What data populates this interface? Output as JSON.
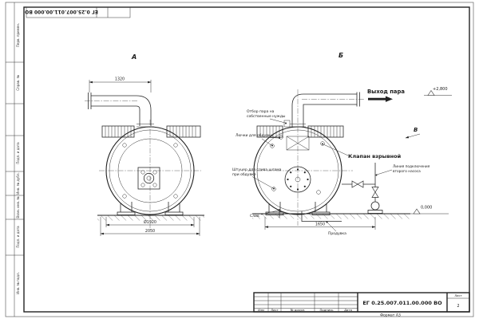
{
  "sheet": {
    "code": "ЕГ 0.25.007.011.00.000 ВО",
    "format": "Формат А3"
  },
  "margin_fields": {
    "f1": "Перв. примен.",
    "f2": "Справ. №",
    "f3": "Подп. и дата",
    "f4": "Инв. № дубл.",
    "f5": "Взам. инв. №",
    "f6": "Подп. и дата",
    "f7": "Инв. № подл."
  },
  "views": {
    "front": {
      "label": "А",
      "dim_pipe": "1320",
      "dim_diameter": "Ø1920",
      "dim_width": "2050"
    },
    "rear": {
      "label": "Б",
      "view_mark": "В",
      "dim_width": "1650"
    }
  },
  "annotations": {
    "steam_outlet": "Выход пара",
    "elevation_top": "+2,800",
    "elevation_zero": "0,000",
    "own_needs_1": "Отбор пара на",
    "own_needs_2": "собственные нужды",
    "blow_hatches": "Лючки для обдувки",
    "explosion_valve": "Клапан взрывной",
    "sludge_1": "Штуцер для слива шлама",
    "sludge_2": "при обдувке",
    "pump_line_1": "Линия подключения",
    "pump_line_2": "второго насоса",
    "drain": "Слив",
    "blowdown": "Продувка"
  },
  "title_block": {
    "code": "ЕГ 0.25.007.011.00.000 ВО",
    "col_izm": "Изм",
    "col_list": "Лист",
    "col_doc": "№ докум.",
    "col_sign": "Подпись",
    "col_date": "Дата",
    "sheet_label": "Лист",
    "sheet_number": "2"
  }
}
